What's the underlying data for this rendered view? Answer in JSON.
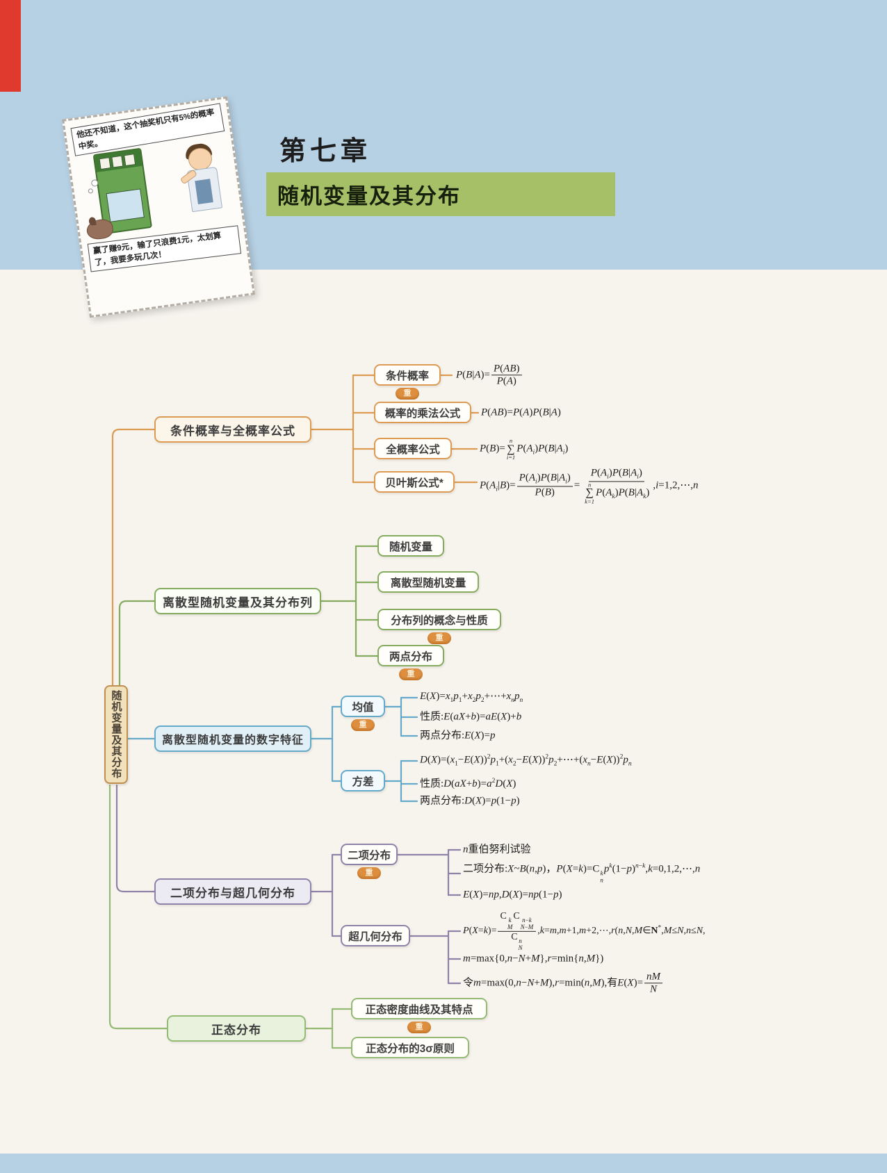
{
  "header": {
    "chapter_number": "第七章",
    "chapter_title": "随机变量及其分布",
    "comic_top_caption": "他还不知道，这个抽奖机只有5%的概率中奖。",
    "comic_bottom_caption": "赢了赚9元，输了只浪费1元，太划算了，我要多玩几次！"
  },
  "colors": {
    "header_band": "#b7d1e4",
    "title_bar_green": "#a6c068",
    "branch_conditional": "#dc9a52",
    "branch_discrete": "#84ab5e",
    "branch_numeric": "#64a9c9",
    "branch_binomial": "#8f82a8",
    "branch_normal": "#94ba73",
    "badge": "#dd8e3e",
    "root_bg": "#f2e2bc"
  },
  "mindmap": {
    "root_label": "随机变量及其分布",
    "badge_label": "重",
    "b1": {
      "label": "条件概率与全概率公式",
      "c1": "条件概率",
      "c2": "概率的乘法公式",
      "c3": "全概率公式",
      "c4": "贝叶斯公式*",
      "f1": "<i>P</i>(<i>B</i>|<i>A</i>)=<span class='fr'><span class='nu'><i>P</i>(<i>AB</i>)</span><span class='de'><i>P</i>(<i>A</i>)</span></span>",
      "f2": "<i>P</i>(<i>AB</i>)=<i>P</i>(<i>A</i>)<i>P</i>(<i>B</i>|<i>A</i>)",
      "f3": "<i>P</i>(<i>B</i>)=<span class='sg'><span class='lim'><i>n</i></span><span class='s'>∑</span><span class='lim'><i>i</i>=1</span></span><i>P</i>(<i>A</i><sub><i>i</i></sub>)<i>P</i>(<i>B</i>|<i>A</i><sub><i>i</i></sub>)",
      "f4": "<i>P</i>(<i>A</i><sub><i>i</i></sub>|<i>B</i>)=<span class='fr'><span class='nu'><i>P</i>(<i>A</i><sub><i>i</i></sub>)<i>P</i>(<i>B</i>|<i>A</i><sub><i>i</i></sub>)</span><span class='de'><i>P</i>(<i>B</i>)</span></span>=<span class='fr'><span class='nu'><i>P</i>(<i>A</i><sub><i>i</i></sub>)<i>P</i>(<i>B</i>|<i>A</i><sub><i>i</i></sub>)</span><span class='de'><span class='sg'><span class='lim'><i>n</i></span><span class='s'>∑</span><span class='lim'><i>k</i>=1</span></span><i>P</i>(<i>A</i><sub><i>k</i></sub>)<i>P</i>(<i>B</i>|<i>A</i><sub><i>k</i></sub>)</span></span>,<i>i</i>=1,2,⋯,<i>n</i>"
    },
    "b2": {
      "label": "离散型随机变量及其分布列",
      "c1": "随机变量",
      "c2": "离散型随机变量",
      "c3": "分布列的概念与性质",
      "c4": "两点分布"
    },
    "b3": {
      "label": "离散型随机变量的数字特征",
      "c1": "均值",
      "c2": "方差",
      "mean": {
        "f1": "<i>E</i>(<i>X</i>)=<i>x</i><sub>1</sub><i>p</i><sub>1</sub>+<i>x</i><sub>2</sub><i>p</i><sub>2</sub>+⋯+<i>x</i><sub><i>n</i></sub><i>p</i><sub><i>n</i></sub>",
        "f2": "性质:<i>E</i>(<i>aX</i>+<i>b</i>)=<i>aE</i>(<i>X</i>)+<i>b</i>",
        "f3": "两点分布:<i>E</i>(<i>X</i>)=<i>p</i>"
      },
      "variance": {
        "f1": "<i>D</i>(<i>X</i>)=(<i>x</i><sub>1</sub>−<i>E</i>(<i>X</i>))<sup>2</sup><i>p</i><sub>1</sub>+(<i>x</i><sub>2</sub>−<i>E</i>(<i>X</i>))<sup>2</sup><i>p</i><sub>2</sub>+⋯+(<i>x</i><sub><i>n</i></sub>−<i>E</i>(<i>X</i>))<sup>2</sup><i>p</i><sub><i>n</i></sub>",
        "f2": "性质:<i>D</i>(<i>aX</i>+<i>b</i>)=<i>a</i><sup>2</sup><i>D</i>(<i>X</i>)",
        "f3": "两点分布:<i>D</i>(<i>X</i>)=<i>p</i>(1−<i>p</i>)"
      }
    },
    "b4": {
      "label": "二项分布与超几何分布",
      "c1": "二项分布",
      "c2": "超几何分布",
      "binomial": {
        "f1": "<i>n</i>重伯努利试验",
        "f2": "二项分布:<i>X</i>~<i>B</i>(<i>n</i>,<i>p</i>)，<i>P</i>(<i>X</i>=<i>k</i>)=C<span class='ck'><span><i>k</i></span><span><i>n</i></span></span><i>p</i><sup><i>k</i></sup>(1−<i>p</i>)<sup><i>n</i>−<i>k</i></sup>,<i>k</i>=0,1,2,⋯,<i>n</i>",
        "f3": "<i>E</i>(<i>X</i>)=<i>np</i>,<i>D</i>(<i>X</i>)=<i>np</i>(1−<i>p</i>)"
      },
      "hypergeometric": {
        "f1": "<i>P</i>(<i>X</i>=<i>k</i>)=<span class='fr'><span class='nu'>C<span class='ck'><span><i>k</i></span><span><i>M</i></span></span>C<span class='ck'><span><i>n</i>−<i>k</i></span><span><i>N</i>−<i>M</i></span></span></span><span class='de'>C<span class='ck'><span><i>n</i></span><span><i>N</i></span></span></span></span>,<i>k</i>=<i>m</i>,<i>m</i>+1,<i>m</i>+2,⋯,<i>r</i>(<i>n</i>,<i>N</i>,<i>M</i>∈<b>N</b><sup>*</sup>,<i>M</i>≤<i>N</i>,<i>n</i>≤<i>N</i>,",
        "f2": "<i>m</i>=max{0,<i>n</i>−<i>N</i>+<i>M</i>},<i>r</i>=min{<i>n</i>,<i>M</i>})",
        "f3": "令<i>m</i>=max(0,<i>n</i>−<i>N</i>+<i>M</i>),<i>r</i>=min(<i>n</i>,<i>M</i>),有<i>E</i>(<i>X</i>)=<span class='fr'><span class='nu'><i>nM</i></span><span class='de'><i>N</i></span></span>"
      }
    },
    "b5": {
      "label": "正态分布",
      "c1": "正态密度曲线及其特点",
      "c2": "正态分布的3σ原则"
    }
  }
}
